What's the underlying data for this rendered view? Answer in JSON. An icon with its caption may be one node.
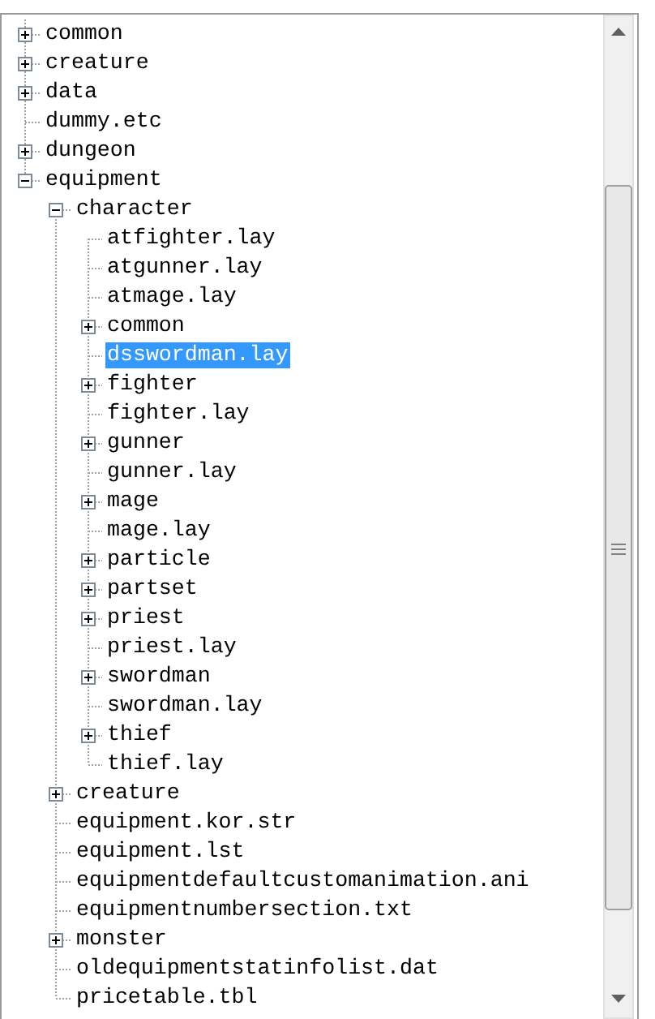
{
  "diagram": {
    "labels": [
      "common",
      "creature",
      "data",
      "dummy.etc",
      "dungeon",
      "equipment",
      "character",
      "atfighter.lay",
      "atgunner.lay",
      "atmage.lay",
      "common",
      "dsswordman.lay",
      "fighter",
      "fighter.lay",
      "gunner",
      "gunner.lay",
      "mage",
      "mage.lay",
      "particle",
      "partset",
      "priest",
      "priest.lay",
      "swordman",
      "swordman.lay",
      "thief",
      "thief.lay",
      "creature",
      "equipment.kor.str",
      "equipment.lst",
      "equipmentdefaultcustomanimation.ani",
      "equipmentnumbersection.txt",
      "monster",
      "oldequipmentstatinfolist.dat",
      "pricetable.tbl"
    ]
  }
}
